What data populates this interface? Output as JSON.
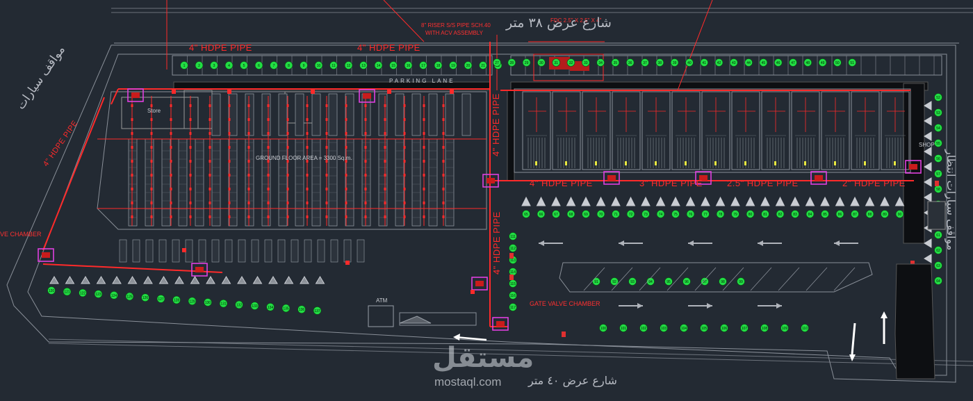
{
  "labels": {
    "riser_note_1": "8\" RISER S/S PIPE SCH.40",
    "riser_note_2": "WITH ACV ASSEMBLY",
    "fdc_note": "FDC 2.5\" X 2.5\" X 4\"",
    "street_top": "شارع عرض ٣٨ متر",
    "street_bottom": "شارع عرض ٤٠ متر",
    "parking_left": "مواقف سيارات",
    "parking_right": "مواقف سيارات انتظار",
    "hdpe_top_left": "4\" HDPE PIPE",
    "hdpe_top_mid": "4\" HDPE PIPE",
    "hdpe_left_diag": "4\" HDPE PIPE",
    "hdpe_vertical_1": "4\" HDPE PIPE",
    "hdpe_vertical_2": "4\" HDPE PIPE",
    "hdpe_right_1": "4\" HDPE PIPE",
    "hdpe_right_2": "3\" HDPE PIPE",
    "hdpe_right_3": "2.5\" HDPE PIPE",
    "hdpe_right_4": "2\" HDPE PIPE",
    "valve_left": "VE CHAMBER",
    "valve_right": "GATE VALVE CHAMBER",
    "store": "Store",
    "ground_floor": "GROUND FLOOR AREA = 3300 Sq.m.",
    "parking_lane": "PARKING LANE",
    "atm": "ATM",
    "shop": "SHOP",
    "watermark_logo": "مستقل",
    "watermark_url": "mostaql.com"
  },
  "parking": {
    "top_row_1": [
      1,
      2,
      3,
      4,
      5,
      6,
      7,
      8,
      9,
      10,
      11,
      12,
      13,
      14,
      15,
      16,
      17,
      18,
      19,
      20,
      21,
      22
    ],
    "top_row_2": [
      27,
      28,
      29,
      30,
      31,
      32,
      33,
      34,
      35,
      36,
      37,
      38,
      39,
      40,
      41,
      42,
      43,
      44,
      45,
      46,
      47,
      48,
      49,
      50,
      51
    ],
    "right_col": [
      52,
      53,
      54,
      55,
      56,
      57,
      58,
      59,
      60,
      61,
      62,
      63,
      64
    ],
    "middle_row": [
      65,
      66,
      67,
      68,
      69,
      70,
      71,
      72,
      73,
      74,
      75,
      76,
      77,
      78,
      79,
      80,
      81,
      82,
      83,
      84,
      85,
      86,
      87,
      88,
      89,
      90
    ],
    "inner_row": [
      91,
      92,
      93,
      94,
      95,
      96,
      97,
      98,
      99
    ],
    "lower_row": [
      100,
      101,
      102,
      103,
      104,
      105,
      106,
      107,
      108,
      109,
      110
    ],
    "vertical_col": [
      111,
      112,
      113,
      114,
      115,
      116,
      117
    ],
    "bottom_left": [
      120,
      121,
      122,
      123,
      124,
      125,
      126,
      127,
      128,
      129,
      130,
      131,
      132,
      133,
      134,
      135,
      136,
      137
    ]
  },
  "colors": {
    "background": "#232a33",
    "pipe_red": "#ff2a2a",
    "valve_magenta": "#e040e0",
    "stall_green": "#22dd44",
    "line_gray": "#8a9099"
  }
}
